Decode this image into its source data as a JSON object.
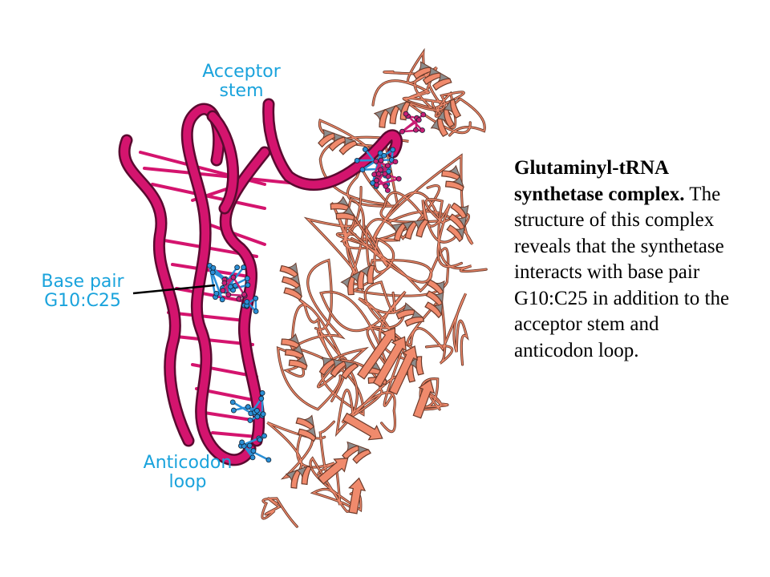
{
  "colors": {
    "label": "#1aa3dc",
    "rna": "#d4146e",
    "rna_dark": "#5a0a30",
    "protein": "#f08a6c",
    "protein_edge": "#6b3a2a",
    "protein_shadow": "#8c8c8c",
    "stick_blue": "#2a8fd6",
    "stick_magenta": "#c81e74"
  },
  "labels": {
    "acceptor": [
      "Acceptor",
      "stem"
    ],
    "base_pair": [
      "Base pair",
      "G10:C25"
    ],
    "anticodon": [
      "Anticodon",
      "loop"
    ]
  },
  "caption": {
    "title": "Glutaminyl-tRNA synthetase complex.",
    "body": "The structure of this complex reveals that the synthetase interacts with base pair G10:C25 in addition to the acceptor stem and anticodon loop."
  }
}
